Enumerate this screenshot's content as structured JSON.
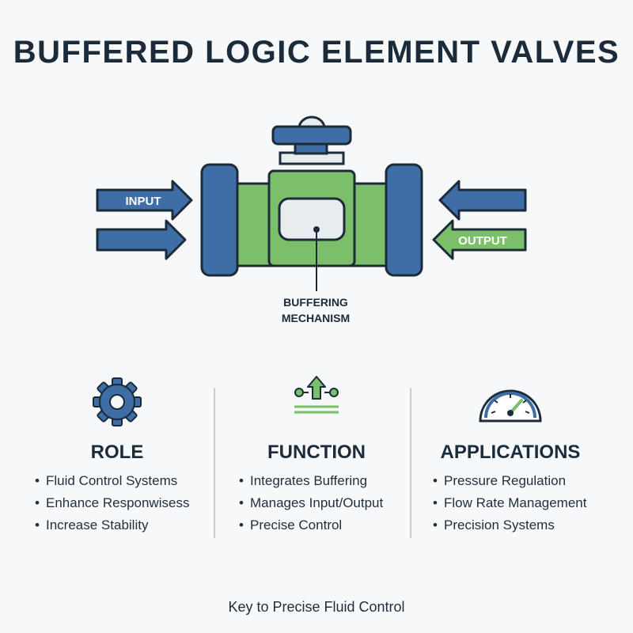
{
  "title": "BUFFERED LOGIC ELEMENT VALVES",
  "diagram": {
    "input_label": "INPUT",
    "output_label": "OUTPUT",
    "mechanism_line1": "BUFFERING",
    "mechanism_line2": "MECHANISM"
  },
  "colors": {
    "blue": "#3e6ea5",
    "green": "#7cbf6a",
    "dark": "#1c2b3a",
    "light": "#e9ecef"
  },
  "columns": [
    {
      "icon": "gear-icon",
      "heading": "ROLE",
      "items": [
        "Fluid Control Systems",
        "Enhance Responwisess",
        "Increase Stability"
      ]
    },
    {
      "icon": "flow-arrow-icon",
      "heading": "FUNCTION",
      "items": [
        "Integrates Buffering",
        "Manages Input/Output",
        "Precise Control"
      ]
    },
    {
      "icon": "gauge-icon",
      "heading": "APPLICATIONS",
      "items": [
        "Pressure Regulation",
        "Flow Rate Management",
        "Precision Systems"
      ]
    }
  ],
  "footer": "Key to Precise Fluid Control"
}
